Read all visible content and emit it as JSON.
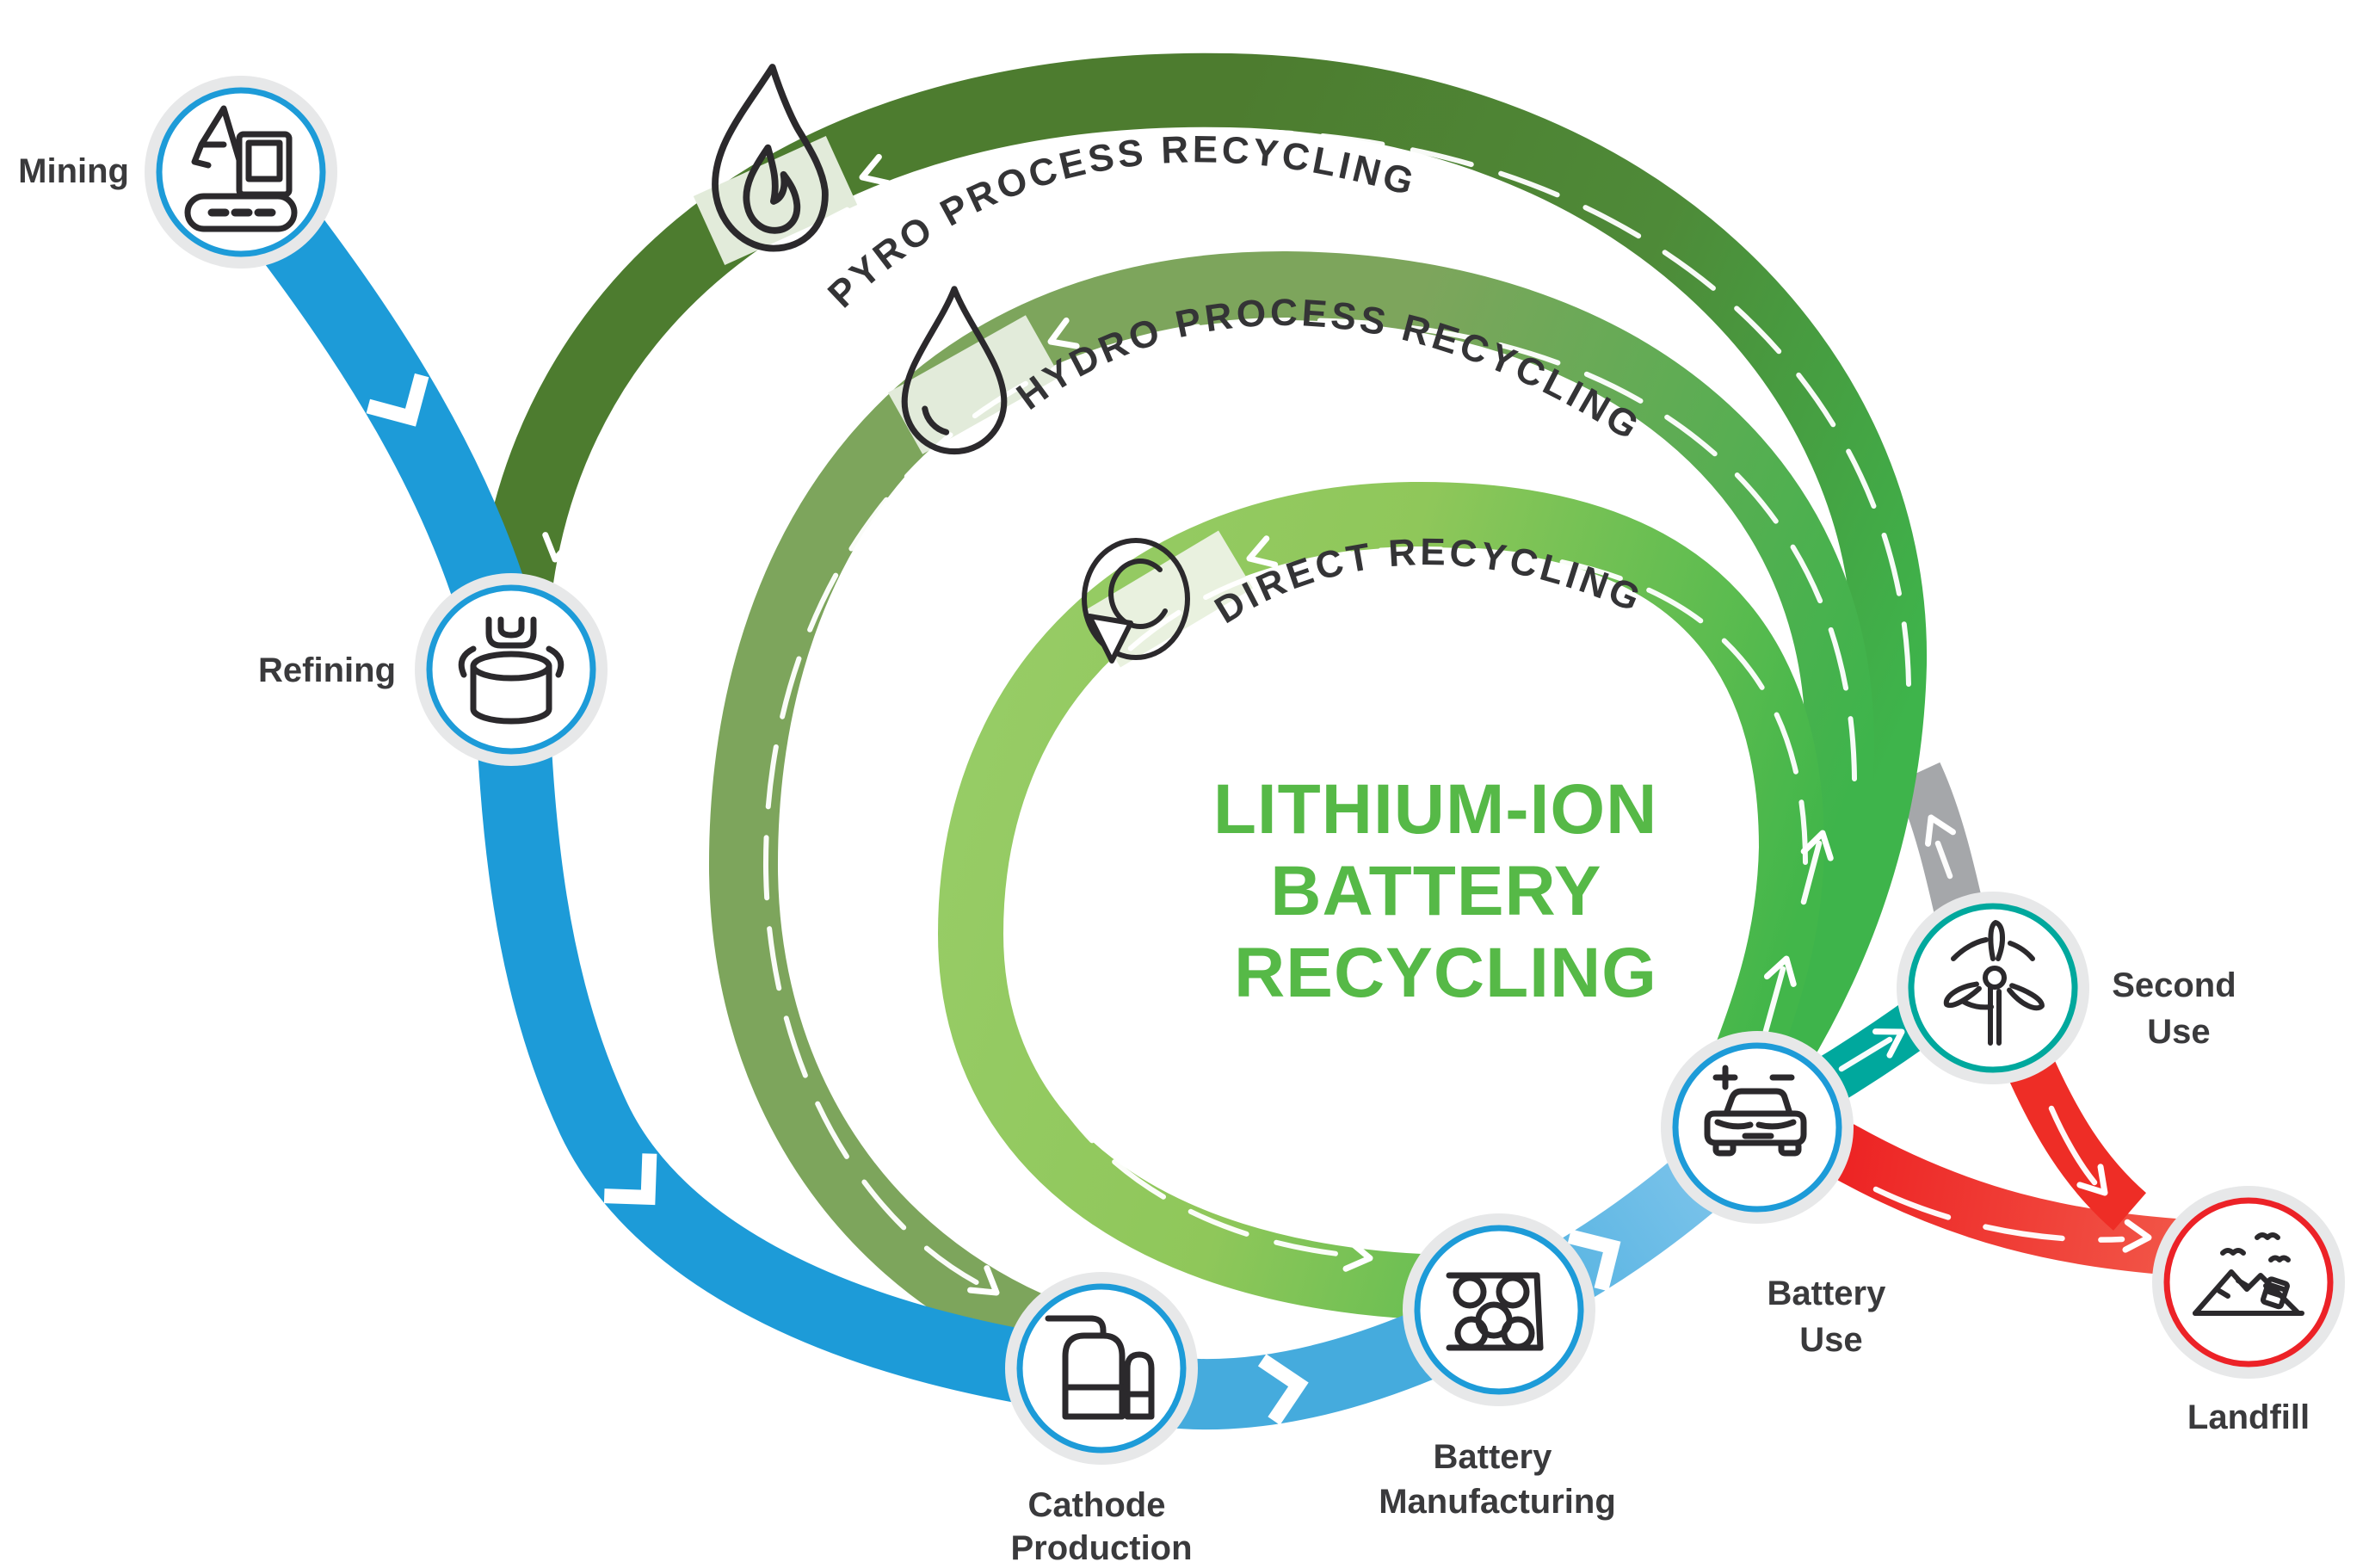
{
  "title": {
    "lines": [
      "LITHIUM-ION",
      "BATTERY",
      "RECYCLING"
    ],
    "color": "#56B947"
  },
  "stages": [
    {
      "id": "mining",
      "label_lines": [
        "Mining"
      ],
      "icon": "excavator-icon",
      "ring_color": "#1D9BD8"
    },
    {
      "id": "refining",
      "label_lines": [
        "Refining"
      ],
      "icon": "refinery-vessel-icon",
      "ring_color": "#1D9BD8"
    },
    {
      "id": "cathode-production",
      "label_lines": [
        "Cathode",
        "Production"
      ],
      "icon": "process-tanks-icon",
      "ring_color": "#1D9BD8"
    },
    {
      "id": "battery-manufacturing",
      "label_lines": [
        "Battery",
        "Manufacturing"
      ],
      "icon": "conveyor-rollers-icon",
      "ring_color": "#1D9BD8"
    },
    {
      "id": "battery-use",
      "label_lines": [
        "Battery",
        "Use"
      ],
      "icon": "electric-car-icon",
      "ring_color": "#1D9BD8"
    },
    {
      "id": "second-use",
      "label_lines": [
        "Second",
        "Use"
      ],
      "icon": "wind-turbine-icon",
      "ring_color": "#00A89D"
    },
    {
      "id": "landfill",
      "label_lines": [
        "Landfill"
      ],
      "icon": "landfill-icon",
      "ring_color": "#EC2227"
    }
  ],
  "loops": [
    {
      "id": "pyro",
      "label": "PYRO PROCESS RECYCLING",
      "icon": "flame-icon",
      "color": "#4D7C2F",
      "returns_to": "Refining"
    },
    {
      "id": "hydro",
      "label": "HYDRO PROCESS RECYCLING",
      "icon": "water-drop-icon",
      "color": "#7DA55C",
      "returns_to": "Cathode Production"
    },
    {
      "id": "direct",
      "label": "DIRECT RECYCLING",
      "icon": "recycle-loop-icon",
      "color": "#8FC75A",
      "returns_to": "Battery Manufacturing"
    }
  ],
  "colors": {
    "supply_blue": "#1D9BD8",
    "supply_blue_mid": "#45ABDD",
    "supply_blue_light": "#7FC4EA",
    "recycled_green": "#3EB44B",
    "second_use_teal": "#00A89D",
    "second_use_return_gray": "#A5A7AA",
    "landfill_red": "#ED2424",
    "node_halo": "#E7E8E9",
    "title_green": "#56B947"
  }
}
